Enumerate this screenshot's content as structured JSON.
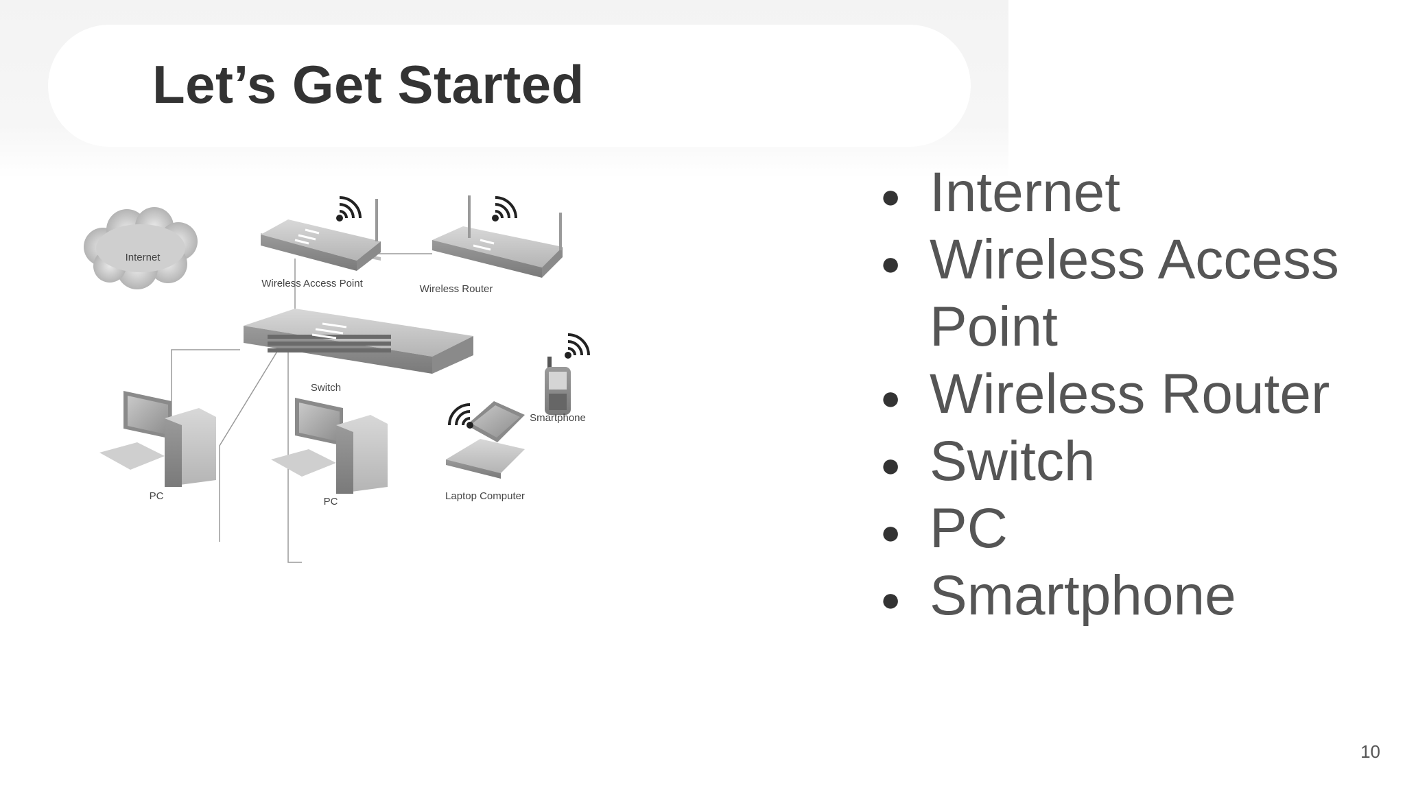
{
  "slide": {
    "title": "Let’s Get Started",
    "page_number": "10"
  },
  "diagram": {
    "labels": {
      "internet": "Internet",
      "wap": "Wireless Access Point",
      "router": "Wireless Router",
      "switch": "Switch",
      "pc1": "PC",
      "pc2": "PC",
      "laptop": "Laptop Computer",
      "smartphone": "Smartphone"
    }
  },
  "bullets": [
    {
      "text": "Internet",
      "icon": "bullet-dot"
    },
    {
      "text": "Wireless Access Point",
      "icon": "bullet-dot"
    },
    {
      "text": "Wireless Router",
      "icon": "bullet-dot"
    },
    {
      "text": "Switch",
      "icon": "bullet-dot"
    },
    {
      "text": "PC",
      "icon": "bullet-dot"
    },
    {
      "text": "Smartphone",
      "icon": "bullet-dot"
    }
  ],
  "colors": {
    "title_text": "#333333",
    "bullet_text": "#555555",
    "device_gray": "#a8a8a8",
    "link_line": "#9a9a9a"
  }
}
